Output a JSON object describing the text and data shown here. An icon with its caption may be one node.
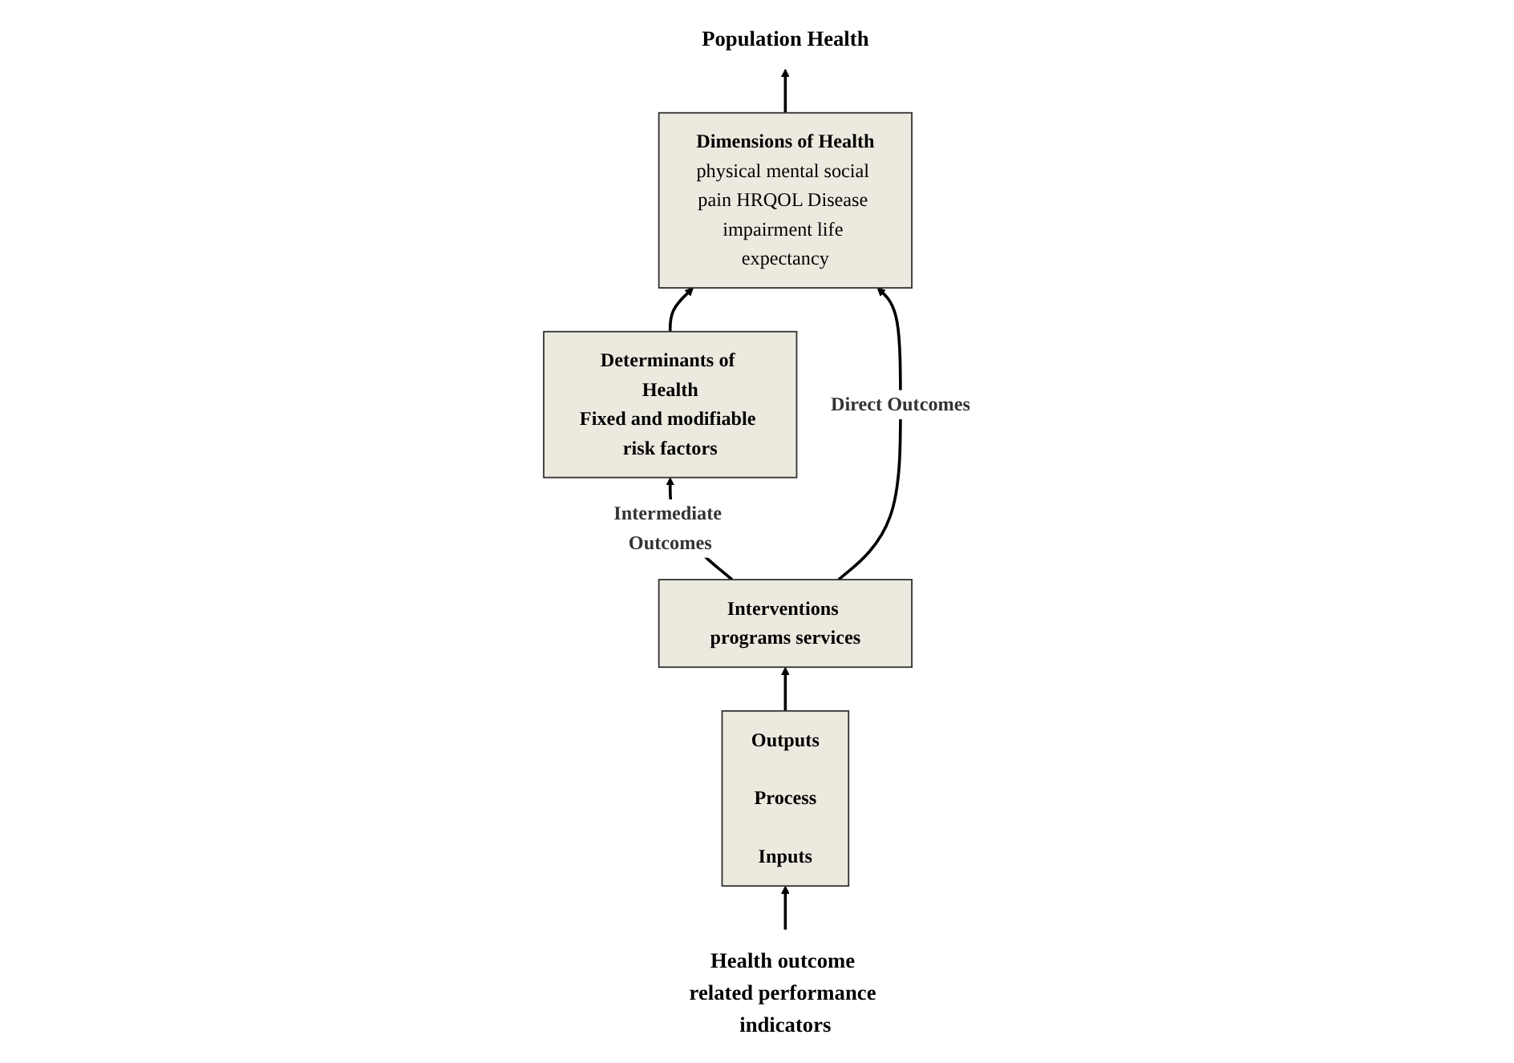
{
  "diagram": {
    "nodes": [
      {
        "text": [
          "Population Health"
        ]
      },
      {
        "text": [
          "Determinants of Health",
          "Fixed and modifiable risk factors"
        ]
      },
      {
        "text": [
          "Dimensions of Health",
          "physical mental social pain HRQOL Disease impairment life expectancy"
        ]
      },
      {
        "text": [
          "Interventions programs services"
        ]
      },
      {
        "text": [
          "Outputs",
          "Process",
          "Inputs"
        ]
      },
      {
        "text": [
          "Health outcome related performance indicators"
        ]
      }
    ],
    "edges": [
      {
        "from": 2,
        "to": 0,
        "arrow": "to"
      },
      {
        "from": 1,
        "to": 2,
        "arrow": "to"
      },
      {
        "from": 3,
        "to": 1,
        "arrow": "to",
        "label": "Intermediate Outcomes"
      },
      {
        "from": 3,
        "to": 2,
        "arrow": "to",
        "label": "Direct Outcomes"
      },
      {
        "from": 4,
        "to": 3,
        "arrow": "to"
      },
      {
        "from": 5,
        "to": 4,
        "arrow": "to"
      }
    ]
  }
}
